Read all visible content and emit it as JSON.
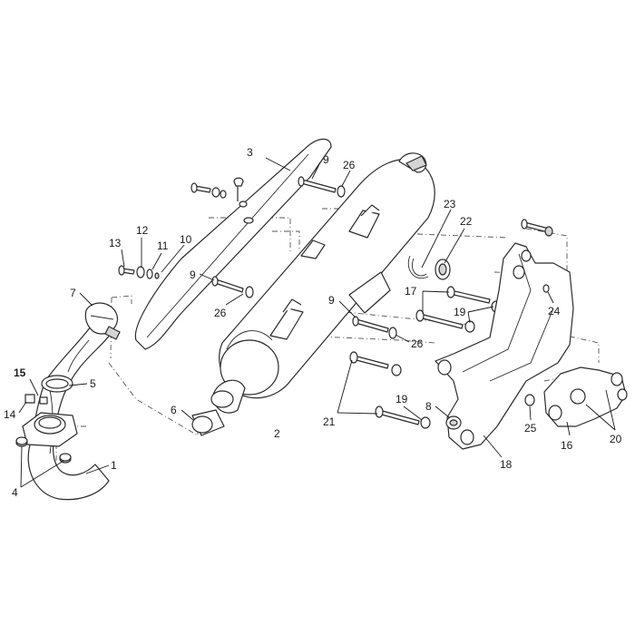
{
  "diagram": {
    "callouts": [
      {
        "id": "c1",
        "text": "1"
      },
      {
        "id": "c2",
        "text": "2"
      },
      {
        "id": "c3",
        "text": "3"
      },
      {
        "id": "c4",
        "text": "4"
      },
      {
        "id": "c5",
        "text": "5"
      },
      {
        "id": "c6",
        "text": "6"
      },
      {
        "id": "c7",
        "text": "7"
      },
      {
        "id": "c8",
        "text": "8"
      },
      {
        "id": "c9a",
        "text": "9"
      },
      {
        "id": "c9b",
        "text": "9"
      },
      {
        "id": "c9c",
        "text": "9"
      },
      {
        "id": "c10",
        "text": "10"
      },
      {
        "id": "c11",
        "text": "11"
      },
      {
        "id": "c12",
        "text": "12"
      },
      {
        "id": "c13",
        "text": "13"
      },
      {
        "id": "c14",
        "text": "14"
      },
      {
        "id": "c15",
        "text": "15"
      },
      {
        "id": "c16",
        "text": "16"
      },
      {
        "id": "c17",
        "text": "17"
      },
      {
        "id": "c18",
        "text": "18"
      },
      {
        "id": "c19a",
        "text": "19"
      },
      {
        "id": "c19b",
        "text": "19"
      },
      {
        "id": "c20",
        "text": "20"
      },
      {
        "id": "c21",
        "text": "21"
      },
      {
        "id": "c22",
        "text": "22"
      },
      {
        "id": "c23",
        "text": "23"
      },
      {
        "id": "c24",
        "text": "24"
      },
      {
        "id": "c25",
        "text": "25"
      },
      {
        "id": "c26a",
        "text": "26"
      },
      {
        "id": "c26b",
        "text": "26"
      },
      {
        "id": "c26c",
        "text": "26"
      }
    ]
  }
}
